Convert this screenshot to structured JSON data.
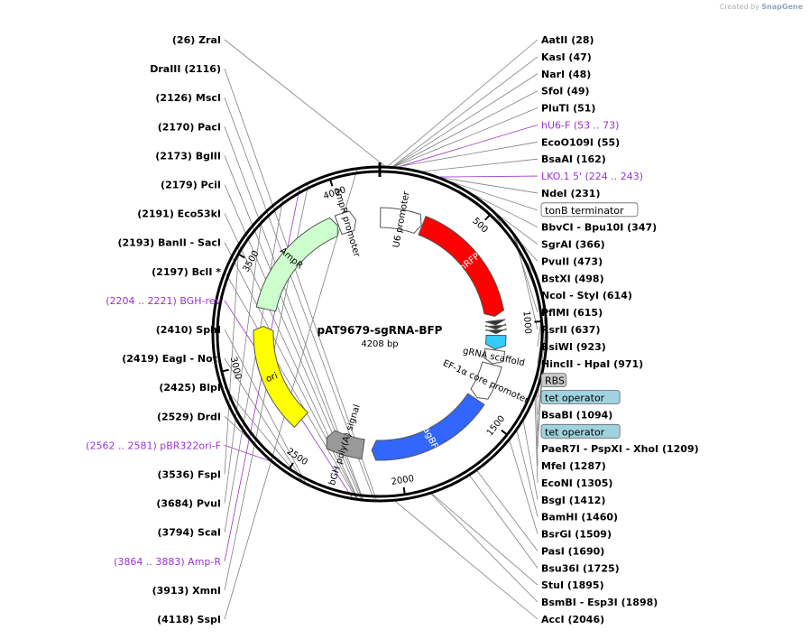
{
  "header": {
    "created_by": "Created by",
    "brand": "SnapGene"
  },
  "plasmid": {
    "name": "pAT9679-sgRNA-BFP",
    "length_label": "4208 bp",
    "length": 4208
  },
  "colors": {
    "enzyme": "#000000",
    "primer": "#9933cc",
    "line": "#808080",
    "badge_blue": "#9fd3df",
    "badge_gray": "#c8c8c8"
  },
  "ruler": [
    {
      "pos": 500,
      "text": "500"
    },
    {
      "pos": 1000,
      "text": "1000"
    },
    {
      "pos": 1500,
      "text": "1500"
    },
    {
      "pos": 2000,
      "text": "2000"
    },
    {
      "pos": 2500,
      "text": "2500"
    },
    {
      "pos": 3000,
      "text": "3000"
    },
    {
      "pos": 3500,
      "text": "3500"
    },
    {
      "pos": 4000,
      "text": "4000"
    }
  ],
  "features": [
    {
      "name": "U6 promoter",
      "start": 4,
      "end": 245,
      "color": "#ffffff",
      "label": "U6 promoter"
    },
    {
      "name": "mRFP1",
      "start": 250,
      "end": 950,
      "color": "#ff0000",
      "label": "mRFP1"
    },
    {
      "name": "RBS",
      "start": 975,
      "end": 1000,
      "color": "#333333",
      "label": ""
    },
    {
      "name": "tet operator",
      "start": 1005,
      "end": 1025,
      "color": "#333333",
      "label": ""
    },
    {
      "name": "tet operator",
      "start": 1030,
      "end": 1050,
      "color": "#333333",
      "label": ""
    },
    {
      "name": "gRNA",
      "start": 1060,
      "end": 1140,
      "color": "#33ccff",
      "label": ""
    },
    {
      "name": "gRNA scaffold",
      "start": 1145,
      "end": 1225,
      "color": "#ffffff",
      "label": "gRNA scaffold"
    },
    {
      "name": "EF-1a core promoter",
      "start": 1230,
      "end": 1440,
      "color": "#ffffff",
      "label": "EF-1α core promoter"
    },
    {
      "name": "TagBFP",
      "start": 1450,
      "end": 2150,
      "color": "#3366ff",
      "label": "TagBFP"
    },
    {
      "name": "bGH poly(A) signal",
      "start": 2200,
      "end": 2420,
      "color": "#999999",
      "label": "bGH poly(A) signal"
    },
    {
      "name": "ori",
      "start": 2600,
      "end": 3200,
      "color": "#ffff00",
      "label": "ori"
    },
    {
      "name": "AmpR",
      "start": 3300,
      "end": 3960,
      "color": "#ccffcc",
      "label": "AmpR"
    },
    {
      "name": "AmpR promoter",
      "start": 3965,
      "end": 4070,
      "color": "#ffffff",
      "label": "AmpR promoter"
    }
  ],
  "enzymes": [
    {
      "text": "(26)  ZraI",
      "pos": 26,
      "side": "left"
    },
    {
      "text": "AatII  (28)",
      "pos": 28,
      "side": "right"
    },
    {
      "text": "KasI  (47)",
      "pos": 47,
      "side": "right"
    },
    {
      "text": "NarI  (48)",
      "pos": 48,
      "side": "right"
    },
    {
      "text": "SfoI  (49)",
      "pos": 49,
      "side": "right"
    },
    {
      "text": "PluTI  (51)",
      "pos": 51,
      "side": "right"
    },
    {
      "text": "hU6-F  (53 .. 73)",
      "pos": 63,
      "side": "right",
      "type": "primer"
    },
    {
      "text": "EcoO109I  (55)",
      "pos": 55,
      "side": "right"
    },
    {
      "text": "BsaAI  (162)",
      "pos": 162,
      "side": "right"
    },
    {
      "text": "LKO.1 5'  (224 .. 243)",
      "pos": 233,
      "side": "right",
      "type": "primer"
    },
    {
      "text": "NdeI  (231)",
      "pos": 231,
      "side": "right"
    },
    {
      "text": "tonB terminator",
      "pos": 250,
      "side": "right",
      "type": "box_white"
    },
    {
      "text": "BbvCI - Bpu10I  (347)",
      "pos": 347,
      "side": "right"
    },
    {
      "text": "SgrAI  (366)",
      "pos": 366,
      "side": "right"
    },
    {
      "text": "PvuII  (473)",
      "pos": 473,
      "side": "right"
    },
    {
      "text": "BstXI  (498)",
      "pos": 498,
      "side": "right"
    },
    {
      "text": "NcoI - StyI  (614)",
      "pos": 614,
      "side": "right"
    },
    {
      "text": "PflMI  (615)",
      "pos": 615,
      "side": "right"
    },
    {
      "text": "RsrII  (637)",
      "pos": 637,
      "side": "right"
    },
    {
      "text": "BsiWI  (923)",
      "pos": 923,
      "side": "right"
    },
    {
      "text": "HincII - HpaI  (971)",
      "pos": 971,
      "side": "right"
    },
    {
      "text": "RBS",
      "pos": 990,
      "side": "right",
      "type": "box_gray"
    },
    {
      "text": "tet operator",
      "pos": 1015,
      "side": "right",
      "type": "box_blue"
    },
    {
      "text": "BsaBI  (1094)",
      "pos": 1094,
      "side": "right"
    },
    {
      "text": "tet operator",
      "pos": 1040,
      "side": "right",
      "type": "box_blue"
    },
    {
      "text": "PaeR7I - PspXI - XhoI  (1209)",
      "pos": 1209,
      "side": "right"
    },
    {
      "text": "MfeI  (1287)",
      "pos": 1287,
      "side": "right"
    },
    {
      "text": "EcoNI  (1305)",
      "pos": 1305,
      "side": "right"
    },
    {
      "text": "BsgI  (1412)",
      "pos": 1412,
      "side": "right"
    },
    {
      "text": "BamHI  (1460)",
      "pos": 1460,
      "side": "right"
    },
    {
      "text": "BsrGI  (1509)",
      "pos": 1509,
      "side": "right"
    },
    {
      "text": "PasI  (1690)",
      "pos": 1690,
      "side": "right"
    },
    {
      "text": "Bsu36I  (1725)",
      "pos": 1725,
      "side": "right"
    },
    {
      "text": "StuI  (1895)",
      "pos": 1895,
      "side": "right"
    },
    {
      "text": "BsmBI - Esp3I  (1898)",
      "pos": 1898,
      "side": "right"
    },
    {
      "text": "AccI  (2046)",
      "pos": 2046,
      "side": "right"
    },
    {
      "text": "DraIII  (2116)",
      "pos": 2116,
      "side": "left"
    },
    {
      "text": "(2126)  MscI",
      "pos": 2126,
      "side": "left"
    },
    {
      "text": "(2170)  PacI",
      "pos": 2170,
      "side": "left"
    },
    {
      "text": "(2173)  BglII",
      "pos": 2173,
      "side": "left"
    },
    {
      "text": "(2179)  PciI",
      "pos": 2179,
      "side": "left"
    },
    {
      "text": "(2191)  Eco53kI",
      "pos": 2191,
      "side": "left"
    },
    {
      "text": "(2193)  BanII - SacI",
      "pos": 2193,
      "side": "left"
    },
    {
      "text": "(2197)  BclI *",
      "pos": 2197,
      "side": "left"
    },
    {
      "text": "(2204 .. 2221)  BGH-rev",
      "pos": 2212,
      "side": "left",
      "type": "primer"
    },
    {
      "text": "(2410)  SphI",
      "pos": 2410,
      "side": "left"
    },
    {
      "text": "(2419)  EagI - NotI",
      "pos": 2419,
      "side": "left"
    },
    {
      "text": "(2425)  BlpI",
      "pos": 2425,
      "side": "left"
    },
    {
      "text": "(2529)  DrdI",
      "pos": 2529,
      "side": "left"
    },
    {
      "text": "(2562 .. 2581)  pBR322ori-F",
      "pos": 2571,
      "side": "left",
      "type": "primer"
    },
    {
      "text": "(3536)  FspI",
      "pos": 3536,
      "side": "left"
    },
    {
      "text": "(3684)  PvuI",
      "pos": 3684,
      "side": "left"
    },
    {
      "text": "(3794)  ScaI",
      "pos": 3794,
      "side": "left"
    },
    {
      "text": "(3864 .. 3883)  Amp-R",
      "pos": 3873,
      "side": "left",
      "type": "primer"
    },
    {
      "text": "(3913)  XmnI",
      "pos": 3913,
      "side": "left"
    },
    {
      "text": "(4118)  SspI",
      "pos": 4118,
      "side": "left"
    }
  ]
}
